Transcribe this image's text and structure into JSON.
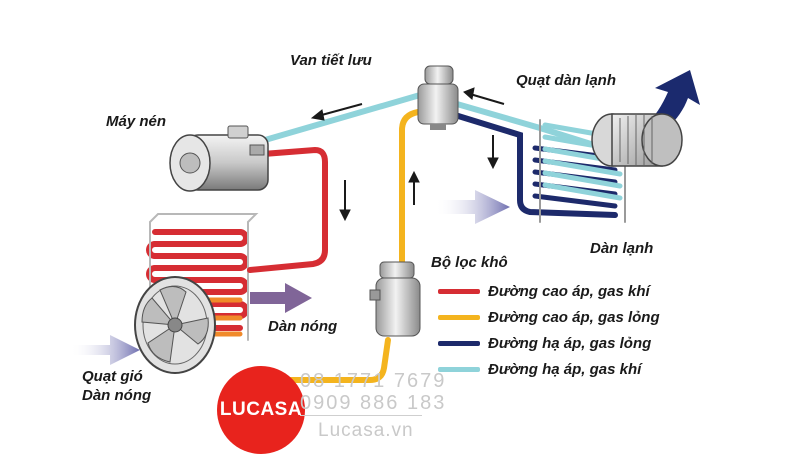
{
  "labels": {
    "expansion_valve": "Van tiết lưu",
    "compressor": "Máy nén",
    "evaporator_fan": "Quạt dàn lạnh",
    "evaporator": "Dàn lạnh",
    "receiver_drier": "Bộ lọc khô",
    "condenser": "Dàn nóng",
    "condenser_fan_line1": "Quạt gió",
    "condenser_fan_line2": "Dàn nóng"
  },
  "legend": [
    {
      "label": "Đường cao áp, gas khí",
      "color": "#d62d33"
    },
    {
      "label": "Đường cao áp, gas lỏng",
      "color": "#f4b41e"
    },
    {
      "label": "Đường hạ áp, gas lỏng",
      "color": "#1d2a6b"
    },
    {
      "label": "Đường hạ áp, gas khí",
      "color": "#8fd3da"
    }
  ],
  "colors": {
    "high_pressure_gas": "#d62d33",
    "high_pressure_liquid": "#f4b41e",
    "low_pressure_liquid": "#1d2a6b",
    "low_pressure_gas": "#8fd3da",
    "airflow_arrow": "#7f7fb8",
    "watermark_red": "#e8231d"
  },
  "watermark": {
    "brand": "LUCASA",
    "phone1": "08 1771 7679",
    "phone2": "0909 886 183",
    "website": "Lucasa.vn"
  }
}
